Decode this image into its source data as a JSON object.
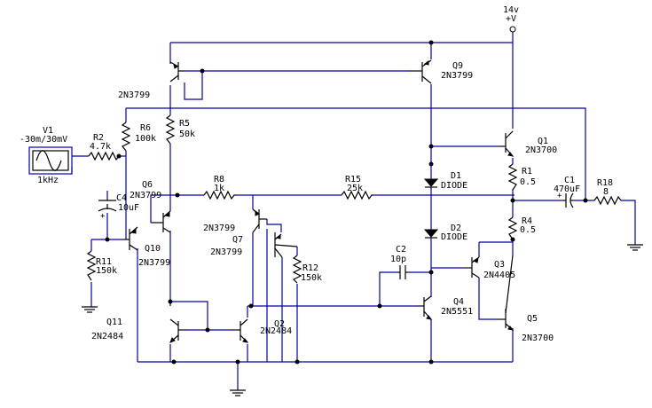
{
  "supply": {
    "voltage": "14v",
    "node": "+V"
  },
  "source": {
    "name": "V1",
    "amplitude": "-30m/30mV",
    "frequency": "1kHz"
  },
  "components": {
    "R2": {
      "name": "R2",
      "value": "4.7k"
    },
    "R6": {
      "name": "R6",
      "value": "100k"
    },
    "R5": {
      "name": "R5",
      "value": "50k"
    },
    "R8": {
      "name": "R8",
      "value": "1k"
    },
    "R15": {
      "name": "R15",
      "value": "25k"
    },
    "R12": {
      "name": "R12",
      "value": "150k"
    },
    "R11": {
      "name": "R11",
      "value": "150k"
    },
    "R1": {
      "name": "R1",
      "value": "0.5"
    },
    "R4": {
      "name": "R4",
      "value": "0.5"
    },
    "R18": {
      "name": "R18",
      "value": "8"
    },
    "C1": {
      "name": "C1",
      "value": "470uF"
    },
    "C2": {
      "name": "C2",
      "value": "10p"
    },
    "C4": {
      "name": "C4",
      "value": "10uF"
    },
    "D1": {
      "name": "D1",
      "value": "DIODE"
    },
    "D2": {
      "name": "D2",
      "value": "DIODE"
    },
    "Q1": {
      "name": "Q1",
      "value": "2N3700"
    },
    "Q2": {
      "name": "Q2",
      "value": "2N2484"
    },
    "Q3": {
      "name": "Q3",
      "value": "2N4405"
    },
    "Q4": {
      "name": "Q4",
      "value": "2N5551"
    },
    "Q5": {
      "name": "Q5",
      "value": "2N3700"
    },
    "Q6": {
      "name": "Q6",
      "value": "2N3799"
    },
    "Q7": {
      "name": "Q7",
      "value": "2N3799"
    },
    "Q8": {
      "value": "2N3799"
    },
    "Q9": {
      "name": "Q9",
      "value": "2N3799"
    },
    "Q10": {
      "name": "Q10",
      "value": "2N3799"
    },
    "Q11": {
      "name": "Q11",
      "value": "2N2484"
    }
  },
  "colors": {
    "wire": "#0000a8",
    "component": "#000000",
    "background": "#ffffff"
  }
}
